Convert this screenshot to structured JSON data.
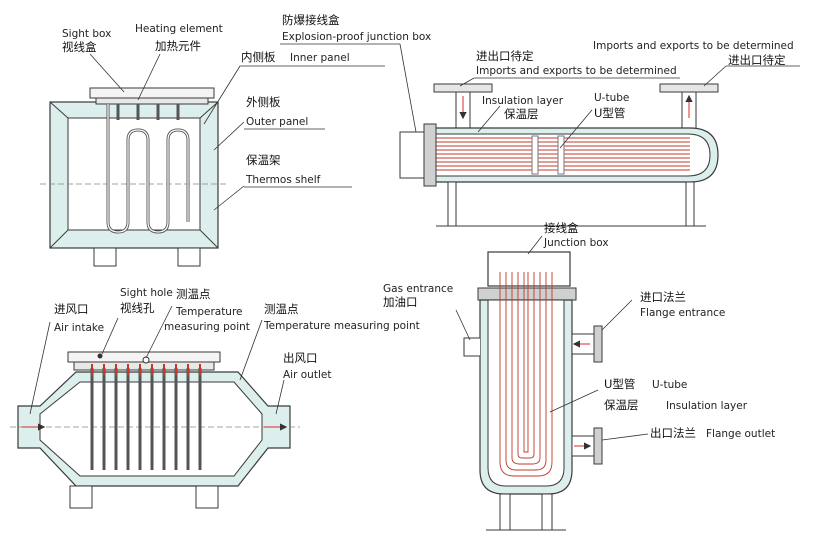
{
  "colors": {
    "insulation": "#dcefec",
    "outline": "#3a3a3a",
    "tube": "#c0392b",
    "arrow": "#d94f4f",
    "flange": "#555555",
    "background": "#ffffff"
  },
  "labels": {
    "tl_sight_box_en": "Sight box",
    "tl_sight_box_zh": "视线盒",
    "tl_heating_en": "Heating element",
    "tl_heating_zh": "加热元件",
    "tl_inner_zh": "内侧板",
    "tl_inner_en": "Inner panel",
    "tl_outer_zh": "外侧板",
    "tl_outer_en": "Outer panel",
    "tl_thermos_zh": "保温架",
    "tl_thermos_en": "Thermos shelf",
    "tr_junction_zh": "防爆接线盒",
    "tr_junction_en": "Explosion-proof junction box",
    "tr_port_left_zh": "进出口待定",
    "tr_port_left_en": "Imports and exports to be determined",
    "tr_port_right_en": "Imports and exports to be determined",
    "tr_port_right_zh": "进出口待定",
    "tr_insulation_en": "Insulation layer",
    "tr_insulation_zh": "保温层",
    "tr_utube_en": "U-tube",
    "tr_utube_zh": "U型管",
    "bl_air_intake_zh": "进风口",
    "bl_air_intake_en": "Air intake",
    "bl_sight_hole_en": "Sight hole",
    "bl_sight_hole_zh": "视线孔",
    "bl_temp1_zh": "测温点",
    "bl_temp1_en_1": "Temperature",
    "bl_temp1_en_2": "measuring point",
    "bl_temp2_zh": "测温点",
    "bl_temp2_en": "Temperature measuring point",
    "bl_air_outlet_zh": "出风口",
    "bl_air_outlet_en": "Air outlet",
    "br_junction_zh": "接线盒",
    "br_junction_en": "Junction box",
    "br_gas_en": "Gas entrance",
    "br_gas_zh": "加油口",
    "br_flange_in_zh": "进口法兰",
    "br_flange_in_en": "Flange entrance",
    "br_utube_zh": "U型管",
    "br_utube_en": "U-tube",
    "br_insulation_zh": "保温层",
    "br_insulation_en": "Insulation layer",
    "br_flange_out_zh": "出口法兰",
    "br_flange_out_en": "Flange outlet"
  }
}
